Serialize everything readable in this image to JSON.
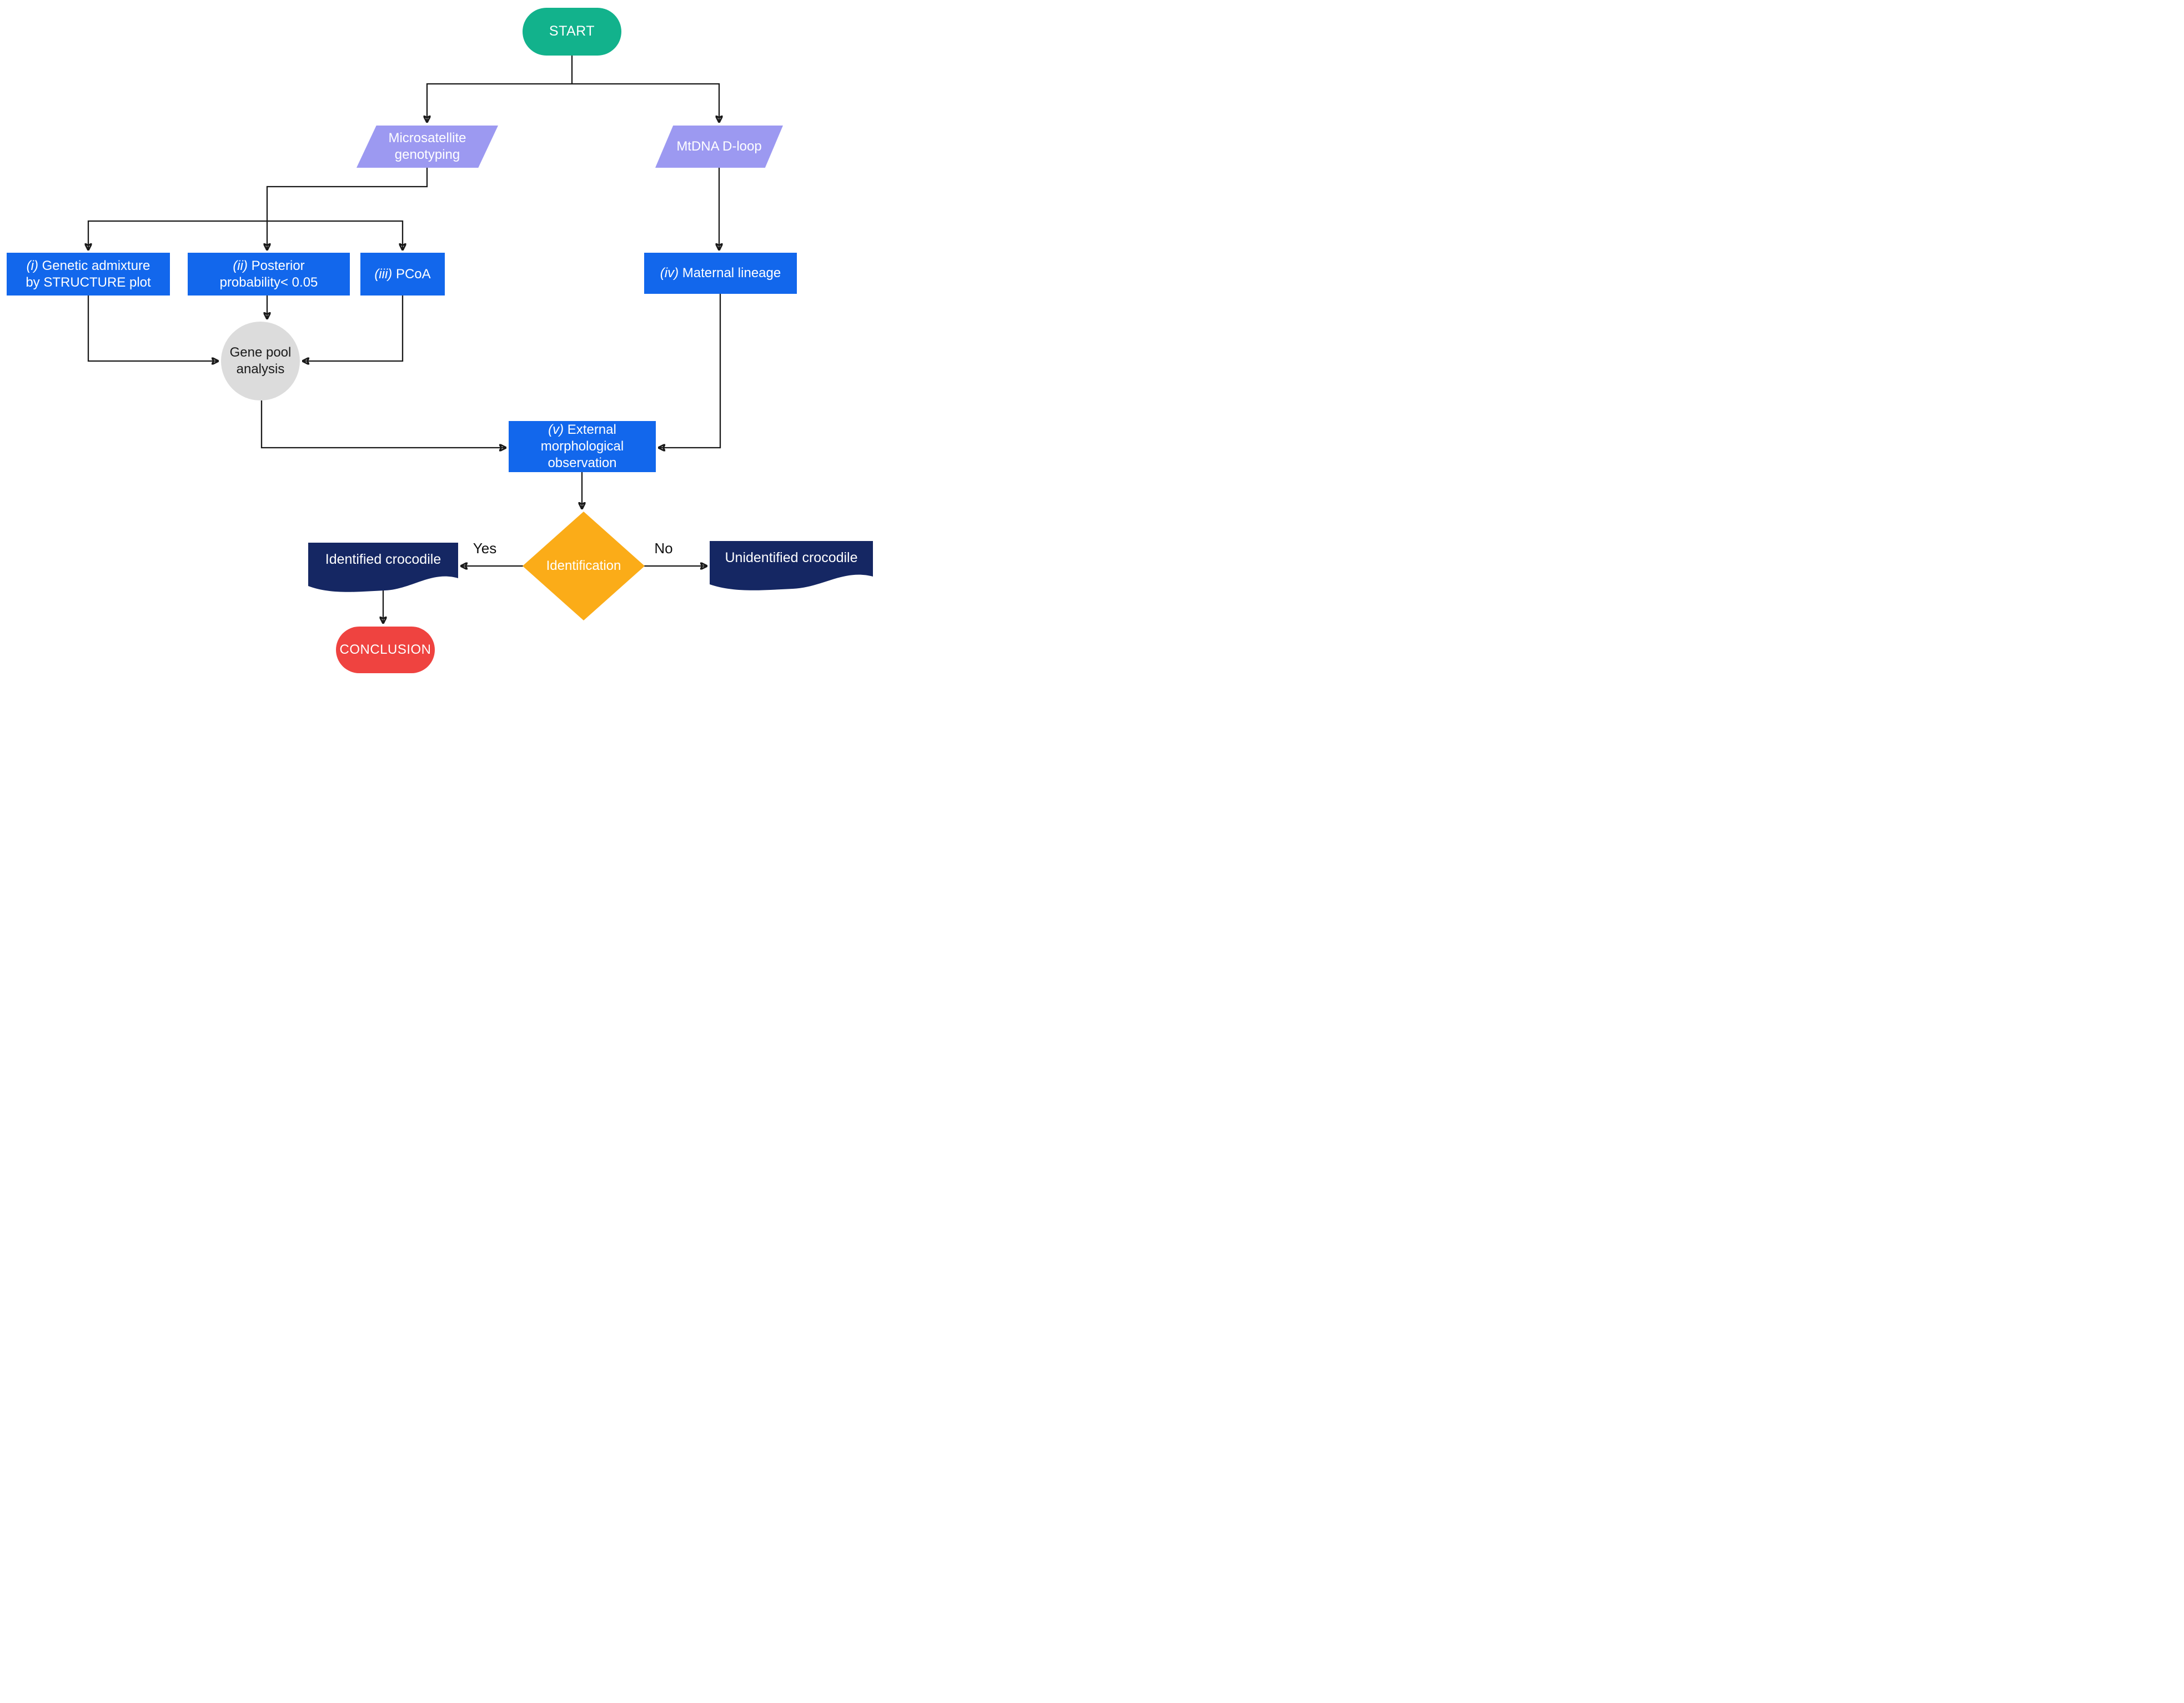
{
  "nodes": {
    "start": {
      "label": "START",
      "shape": "stadium-terminator",
      "color": "#12B28C"
    },
    "microsatellite": {
      "label": "Microsatellite genotyping",
      "shape": "parallelogram-input",
      "color": "#9C99F1"
    },
    "mtdna": {
      "label": "MtDNA D-loop",
      "shape": "parallelogram-input",
      "color": "#9C99F1"
    },
    "admixture": {
      "prefix": "(i)",
      "text": " Genetic admixture by STRUCTURE plot",
      "shape": "process-rect",
      "color": "#1267EC"
    },
    "posterior": {
      "prefix": "(ii)",
      "text": " Posterior probability< 0.05",
      "shape": "process-rect",
      "color": "#1267EC"
    },
    "pcoa": {
      "prefix": "(iii)",
      "text": " PCoA",
      "shape": "process-rect",
      "color": "#1267EC"
    },
    "maternal": {
      "prefix": "(iv)",
      "text": " Maternal lineage",
      "shape": "process-rect",
      "color": "#1267EC"
    },
    "genepool": {
      "label": "Gene pool analysis",
      "shape": "circle-connector",
      "color": "#DCDCDC"
    },
    "external": {
      "prefix": "(v)",
      "text": " External morphological observation",
      "shape": "process-rect",
      "color": "#1267EC"
    },
    "identification": {
      "label": "Identification",
      "shape": "diamond-decision",
      "color": "#FBAC18"
    },
    "identified": {
      "label": "Identified crocodile",
      "shape": "document",
      "color": "#152763"
    },
    "unidentified": {
      "label": "Unidentified crocodile",
      "shape": "document",
      "color": "#152763"
    },
    "conclusion": {
      "label": "CONCLUSION",
      "shape": "stadium-terminator",
      "color": "#EF4340"
    }
  },
  "edge_labels": {
    "yes": "Yes",
    "no": "No"
  },
  "colors": {
    "terminator_green": "#12B28C",
    "terminator_red": "#EF4340",
    "input_purple": "#9C99F1",
    "process_blue": "#1267EC",
    "connector_gray": "#DCDCDC",
    "decision_orange": "#FBAC18",
    "document_navy": "#152763",
    "line_black": "#1A1A1A"
  }
}
